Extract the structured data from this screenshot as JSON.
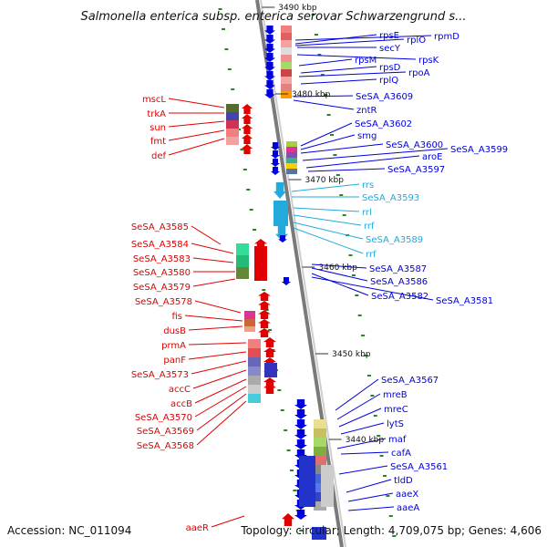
{
  "title": "Salmonella enterica subsp. enterica serovar Schwarzengrund s...",
  "footer": {
    "accession": "Accession: NC_011094",
    "summary": "Topology: circular; Length: 4,709,075 bp; Genes: 4,606"
  },
  "colors": {
    "forward": "#e00000",
    "reverse": "#0000dd",
    "rna": "#22aadd",
    "backbone": "#888888",
    "tick": "#228822"
  },
  "kbp_labels": [
    "3490 kbp",
    "3480 kbp",
    "3470 kbp",
    "3460 kbp",
    "3450 kbp",
    "3440 kbp"
  ],
  "left_genes": [
    "mscL",
    "trkA",
    "sun",
    "fmt",
    "def",
    "SeSA_A3585",
    "SeSA_A3584",
    "SeSA_A3583",
    "SeSA_A3580",
    "SeSA_A3579",
    "SeSA_A3578",
    "fis",
    "dusB",
    "prmA",
    "panF",
    "SeSA_A3573",
    "accC",
    "accB",
    "SeSA_A3570",
    "SeSA_A3569",
    "SeSA_A3568",
    "aaeR"
  ],
  "right_genes": [
    "rpsE",
    "rplO",
    "rpmD",
    "secY",
    "rpsM",
    "rpsK",
    "rpsD",
    "rpoA",
    "rplQ",
    "SeSA_A3609",
    "zntR",
    "SeSA_A3602",
    "smg",
    "SeSA_A3600",
    "SeSA_A3599",
    "aroE",
    "SeSA_A3597",
    "SeSA_A3587",
    "SeSA_A3586",
    "SeSA_A3582",
    "SeSA_A3581",
    "SeSA_A3567",
    "mreB",
    "mreC",
    "lytS",
    "maf",
    "cafA",
    "SeSA_A3561",
    "tldD",
    "aaeX",
    "aaeA"
  ],
  "rna_genes": [
    "rrs",
    "SeSA_A3593",
    "rrl",
    "rrf",
    "SeSA_A3589",
    "rrf"
  ]
}
